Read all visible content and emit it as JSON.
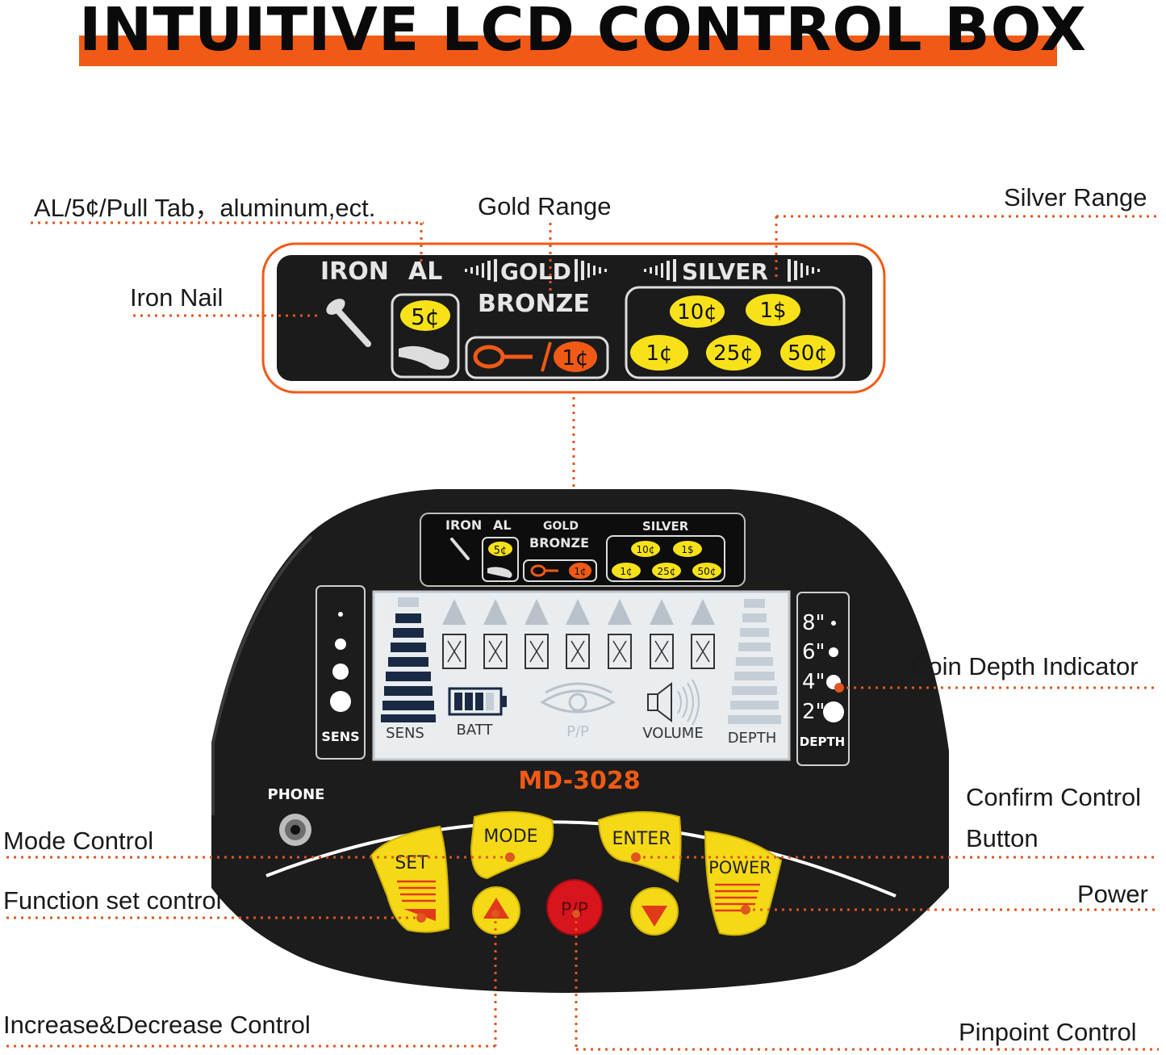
{
  "title": "INTUITIVE LCD CONTROL BOX",
  "callouts": {
    "al": "AL/5¢/Pull Tab，aluminum,ect.",
    "gold_range": "Gold Range",
    "silver_range": "Silver Range",
    "iron_nail": "Iron Nail",
    "coin_depth": "Coin Depth Indicator",
    "confirm_1": "Confirm Control",
    "confirm_2": "Button",
    "mode_control": "Mode Control",
    "function_set": "Function set control",
    "power": "Power",
    "inc_dec": "Increase&Decrease Control",
    "pinpoint": "Pinpoint Control"
  },
  "scale": {
    "iron": "IRON",
    "al": "AL",
    "gold": "GOLD",
    "bronze": "BRONZE",
    "silver": "SILVER",
    "coin_5c": "5¢",
    "coin_1c_bronze": "1¢",
    "coins_silver": [
      "10¢",
      "1$",
      "1¢",
      "25¢",
      "50¢"
    ]
  },
  "device": {
    "model": "MD-3028",
    "phone": "PHONE",
    "sens": "SENS",
    "depth": "DEPTH",
    "depth_marks": [
      "8\"",
      "6\"",
      "4\"",
      "2\""
    ],
    "lcd": {
      "sens": "SENS",
      "batt": "BATT",
      "pp": "P/P",
      "volume": "VOLUME",
      "depth": "DEPTH"
    },
    "buttons": {
      "set": "SET",
      "mode": "MODE",
      "enter": "ENTER",
      "power": "POWER",
      "pp": "P/P"
    }
  },
  "colors": {
    "accent_orange": "#f15a16",
    "coin_yellow": "#f7e21a",
    "button_yellow": "#f5d916",
    "pinpoint_red": "#d8141d",
    "body_black": "#1c1c1c",
    "lcd_bg": "#e9edf0"
  }
}
